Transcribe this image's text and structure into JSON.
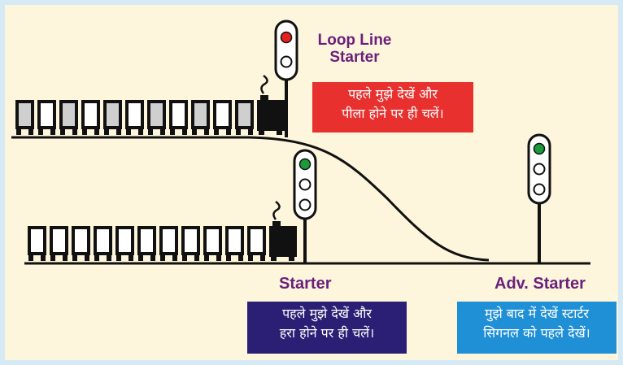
{
  "colors": {
    "border": "#d6eaf6",
    "background": "#fdf6dc",
    "label": "#6b1f7a",
    "red_box": "#e8312f",
    "navy_box": "#2b1f75",
    "blue_box": "#1f8fd6",
    "signal_red": "#e62020",
    "signal_green": "#1a9a3a",
    "track": "#111111",
    "wagon": "#111111",
    "wagon_fill_gray": "#cfcfcf",
    "wagon_fill_white": "#ffffff"
  },
  "signals": {
    "loop_line_starter": {
      "label_line1": "Loop Line",
      "label_line2": "Starter",
      "aspects": [
        "red",
        "off"
      ],
      "box_line1": "पहले मुझे देखें और",
      "box_line2": "पीला होने पर ही चलें।"
    },
    "starter": {
      "label": "Starter",
      "aspects": [
        "green",
        "off",
        "off"
      ],
      "box_line1": "पहले मुझे देखें और",
      "box_line2": "हरा होने पर ही चलें।"
    },
    "adv_starter": {
      "label": "Adv. Starter",
      "aspects": [
        "green",
        "off",
        "off"
      ],
      "box_line1": "मुझे बाद में देखें स्टार्टर",
      "box_line2": "सिगनल को पहले देखें।"
    }
  },
  "trains": {
    "upper": {
      "wagons": 11,
      "pattern": "alternating-gray-white"
    },
    "lower": {
      "wagons": 11,
      "pattern": "white"
    }
  }
}
